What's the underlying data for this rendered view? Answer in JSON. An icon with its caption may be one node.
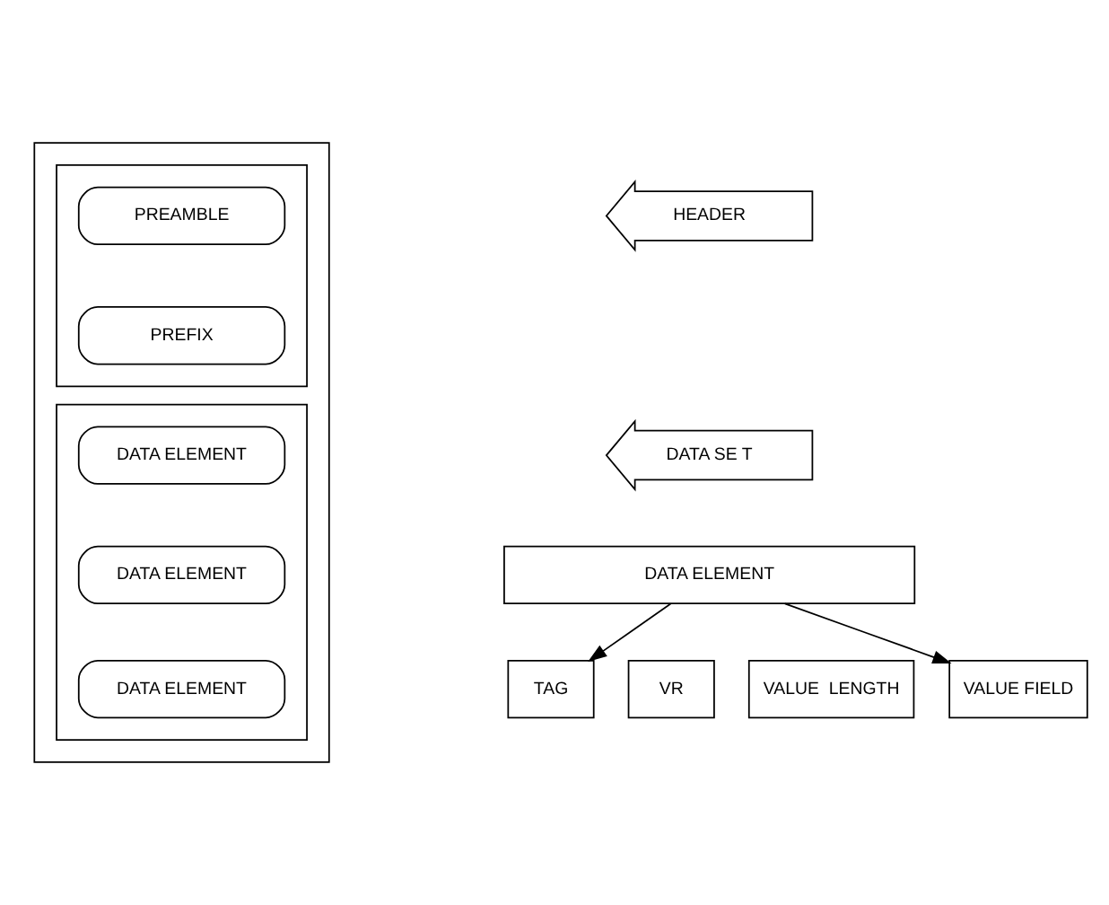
{
  "diagram": {
    "nodes": [
      {
        "text": [],
        "shape": "box"
      },
      {
        "text": [],
        "shape": "box",
        "in": 0
      },
      {
        "text": [
          "PREAMBLE"
        ],
        "in": 1
      },
      {
        "text": [
          "PREFIX"
        ],
        "in": 1
      },
      {
        "text": [],
        "shape": "box",
        "in": 0
      },
      {
        "text": [
          "DATA ELEMENT"
        ],
        "in": 4
      },
      {
        "text": [
          "DATA ELEMENT"
        ],
        "in": 4
      },
      {
        "text": [
          "DATA ELEMENT"
        ],
        "in": 4
      },
      {
        "text": [
          "HEADER"
        ]
      },
      {
        "text": [
          "DATA SE T"
        ]
      },
      {
        "text": [
          "DATA ELEMENT"
        ]
      },
      {
        "text": [
          "TAG"
        ]
      },
      {
        "text": [
          "VR"
        ]
      },
      {
        "text": [
          "VALUE  LENGTH"
        ]
      },
      {
        "text": [
          "VALUE FIELD"
        ]
      }
    ],
    "edges": [
      {
        "from": 10,
        "to": 11,
        "arrow": "to"
      },
      {
        "from": 10,
        "to": 14,
        "arrow": "to"
      }
    ]
  }
}
